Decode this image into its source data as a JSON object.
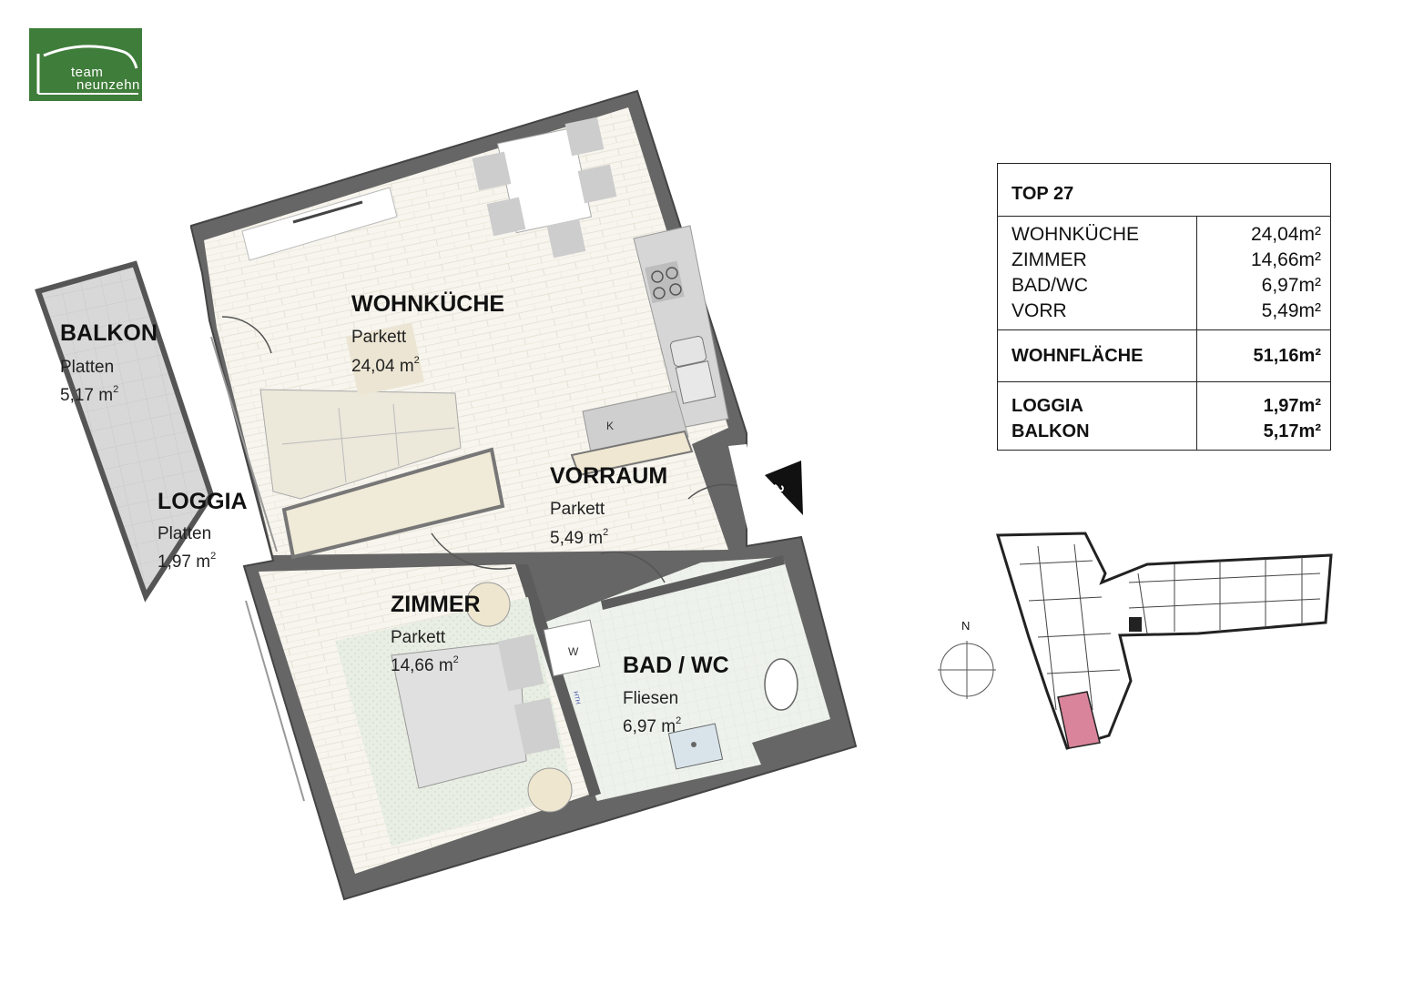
{
  "brand": {
    "logo_line1": "team",
    "logo_line2": "neunzehn",
    "logo_color": "#3f7d3a"
  },
  "rooms": {
    "wohnkueche": {
      "name": "WOHNKÜCHE",
      "floor": "Parkett",
      "area": "24,04 m",
      "unit_sup": "2"
    },
    "balkon": {
      "name": "BALKON",
      "floor": "Platten",
      "area": "5,17 m",
      "unit_sup": "2"
    },
    "loggia": {
      "name": "LOGGIA",
      "floor": "Platten",
      "area": "1,97 m",
      "unit_sup": "2"
    },
    "vorraum": {
      "name": "VORRAUM",
      "floor": "Parkett",
      "area": "5,49 m",
      "unit_sup": "2"
    },
    "zimmer": {
      "name": "ZIMMER",
      "floor": "Parkett",
      "area": "14,66 m",
      "unit_sup": "2"
    },
    "bad": {
      "name": "BAD / WC",
      "floor": "Fliesen",
      "area": "6,97 m",
      "unit_sup": "2"
    }
  },
  "fixtures": {
    "fridge_label": "K",
    "washer_label": "W",
    "heater_label": "HTH"
  },
  "entrance_number": "27",
  "table": {
    "title": "TOP 27",
    "living_rows": [
      {
        "label": "WOHNKÜCHE",
        "value": "24,04m²"
      },
      {
        "label": "ZIMMER",
        "value": "14,66m²"
      },
      {
        "label": "BAD/WC",
        "value": "6,97m²"
      },
      {
        "label": "VORR",
        "value": "5,49m²"
      }
    ],
    "total_label": "WOHNFLÄCHE",
    "total_value": "51,16m²",
    "outdoor_rows": [
      {
        "label": "LOGGIA",
        "value": "1,97m²"
      },
      {
        "label": "BALKON",
        "value": "5,17m²"
      }
    ]
  },
  "keyplan": {
    "north_label": "N",
    "highlight_color": "#d9849a"
  },
  "colors": {
    "wall": "#6b6b6b",
    "wall_dark": "#3a3a3a",
    "parquet": "#f6f3ea",
    "tiles": "#eef1ea",
    "balcony": "#d9d9d9",
    "furniture": "#c8c8c8",
    "sofa": "#eae6d8"
  }
}
